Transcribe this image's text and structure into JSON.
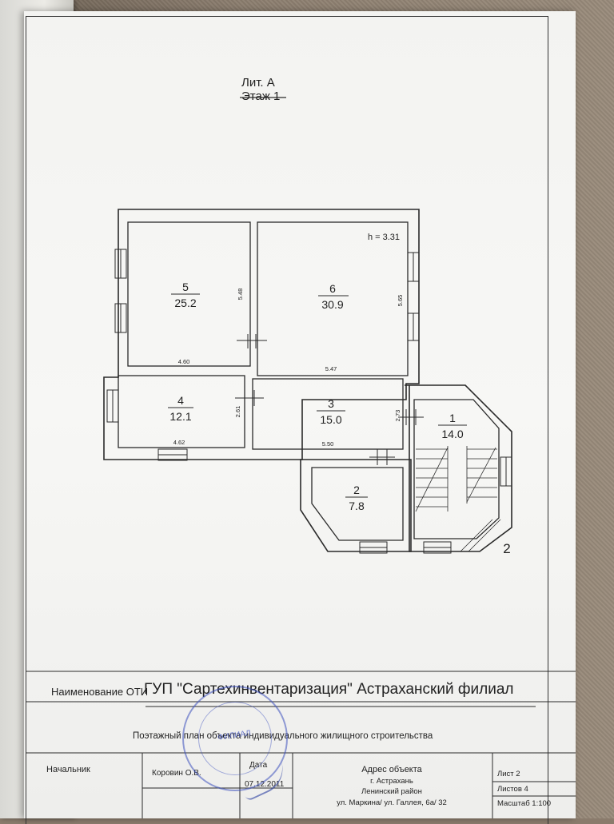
{
  "header": {
    "lit": "Лит. А",
    "floor": "Этаж 1"
  },
  "rooms": [
    {
      "number": "5",
      "area": "25.2"
    },
    {
      "number": "6",
      "area": "30.9"
    },
    {
      "number": "4",
      "area": "12.1"
    },
    {
      "number": "3",
      "area": "15.0"
    },
    {
      "number": "1",
      "area": "14.0"
    },
    {
      "number": "2",
      "area": "7.8"
    }
  ],
  "height_note": "h = 3.31",
  "dimensions": [
    "5.48",
    "4.60",
    "5.65",
    "5.47",
    "2.61",
    "4.62",
    "2.73",
    "5.50"
  ],
  "stair_mark": "2",
  "title_block": {
    "name_label": "Наименование ОТИ",
    "organization": "ГУП \"Сартехинвентаризация\" Астраханский филиал",
    "document_title": "Поэтажный план объекта индивидуального жилищного строительства",
    "chief_label": "Начальник",
    "chief_name": "Коровин О.В.",
    "date_label": "Дата",
    "date_value": "07.12.2011",
    "address_label": "Адрес объекта",
    "address_city": "г. Астрахань",
    "address_district": "Ленинский район",
    "address_street": "ул. Маркина/ ул. Галлея, 6а/ 32",
    "sheet": "Лист 2",
    "sheets": "Листов 4",
    "scale": "Масштаб 1:100"
  },
  "stamp": {
    "text": "ФИЛИАЛ"
  },
  "colors": {
    "ink": "#2a2a2a",
    "paper": "#f5f5f3",
    "stamp": "#3c50be"
  }
}
